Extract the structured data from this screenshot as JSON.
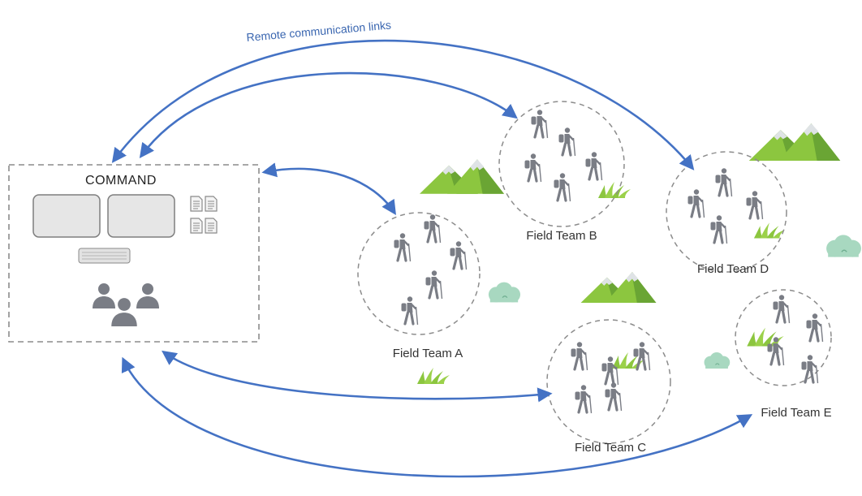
{
  "diagram": {
    "link_label": "Remote communication links",
    "command": {
      "title": "COMMAND",
      "icons": [
        "monitor-icon",
        "monitor-icon",
        "document-icon",
        "keyboard-icon",
        "group-icon"
      ]
    },
    "teams": [
      {
        "id": "a",
        "label": "Field Team A"
      },
      {
        "id": "b",
        "label": "Field Team B"
      },
      {
        "id": "c",
        "label": "Field Team C"
      },
      {
        "id": "d",
        "label": "Field Team D"
      },
      {
        "id": "e",
        "label": "Field Team E"
      }
    ],
    "icons": {
      "hiker": "hiker-icon",
      "mountain": "mountain-icon",
      "grass": "grass-icon",
      "bush": "bush-icon"
    },
    "colors": {
      "link": "#4472c4",
      "link_text": "#3a66b0",
      "hiker": "#7a7d85",
      "mountain_green": "#8cc63f",
      "mountain_dark": "#6aa534",
      "snow": "#dfe3e6",
      "grass": "#8cc63f",
      "bush": "#a8d8c0",
      "dashed": "#8c8c8c"
    }
  }
}
